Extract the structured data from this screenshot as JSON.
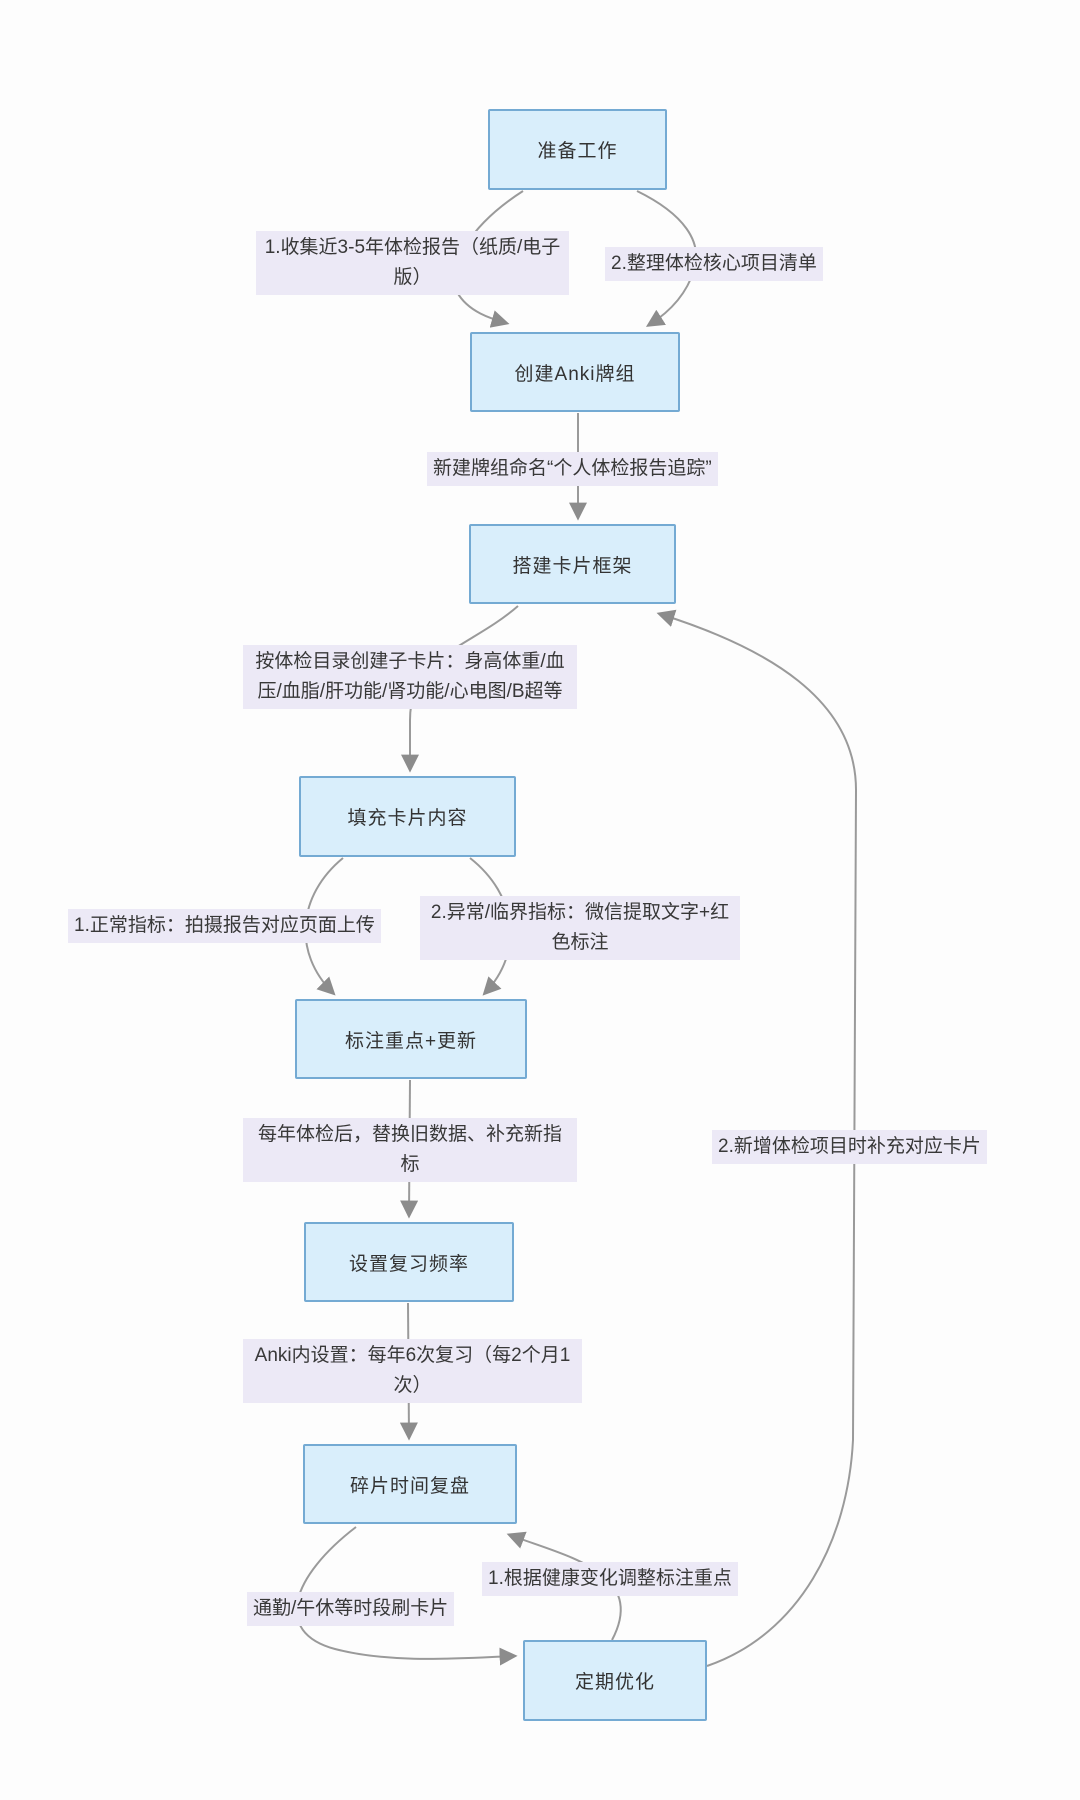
{
  "theme": {
    "page_bg": "#fdfdfd",
    "node_fill": "#d9eefb",
    "node_border": "#74aad3",
    "node_text": "#333333",
    "edge_color": "#9a9a9a",
    "label_bg": "#ece9f6",
    "label_text": "#383838"
  },
  "chart_data": {
    "type": "flowchart",
    "title": "",
    "direction": "top-down"
  },
  "nodes": [
    {
      "id": "prep",
      "label": "准备工作"
    },
    {
      "id": "deck",
      "label": "创建Anki牌组"
    },
    {
      "id": "frame",
      "label": "搭建卡片框架"
    },
    {
      "id": "fill",
      "label": "填充卡片内容"
    },
    {
      "id": "annotate",
      "label": "标注重点+更新"
    },
    {
      "id": "freq",
      "label": "设置复习频率"
    },
    {
      "id": "review",
      "label": "碎片时间复盘"
    },
    {
      "id": "optimize",
      "label": "定期优化"
    }
  ],
  "edge_labels": [
    {
      "from": "准备工作",
      "to": "创建Anki牌组",
      "text": "1.收集近3-5年体检报告（纸质/电子版）"
    },
    {
      "from": "准备工作",
      "to": "创建Anki牌组",
      "text": "2.整理体检核心项目清单"
    },
    {
      "from": "创建Anki牌组",
      "to": "搭建卡片框架",
      "text": "新建牌组命名“个人体检报告追踪”"
    },
    {
      "from": "搭建卡片框架",
      "to": "填充卡片内容",
      "text": "按体检目录创建子卡片：身高体重/血压/血脂/肝功能/肾功能/心电图/B超等"
    },
    {
      "from": "填充卡片内容",
      "to": "标注重点+更新",
      "text": "1.正常指标：拍摄报告对应页面上传"
    },
    {
      "from": "填充卡片内容",
      "to": "标注重点+更新",
      "text": "2.异常/临界指标：微信提取文字+红色标注"
    },
    {
      "from": "标注重点+更新",
      "to": "设置复习频率",
      "text": "每年体检后，替换旧数据、补充新指标"
    },
    {
      "from": "定期优化",
      "to": "搭建卡片框架",
      "text": "2.新增体检项目时补充对应卡片"
    },
    {
      "from": "设置复习频率",
      "to": "碎片时间复盘",
      "text": "Anki内设置：每年6次复习（每2个月1次）"
    },
    {
      "from": "碎片时间复盘",
      "to": "定期优化",
      "text": "通勤/午休等时段刷卡片"
    },
    {
      "from": "定期优化",
      "to": "碎片时间复盘",
      "text": "1.根据健康变化调整标注重点"
    }
  ]
}
